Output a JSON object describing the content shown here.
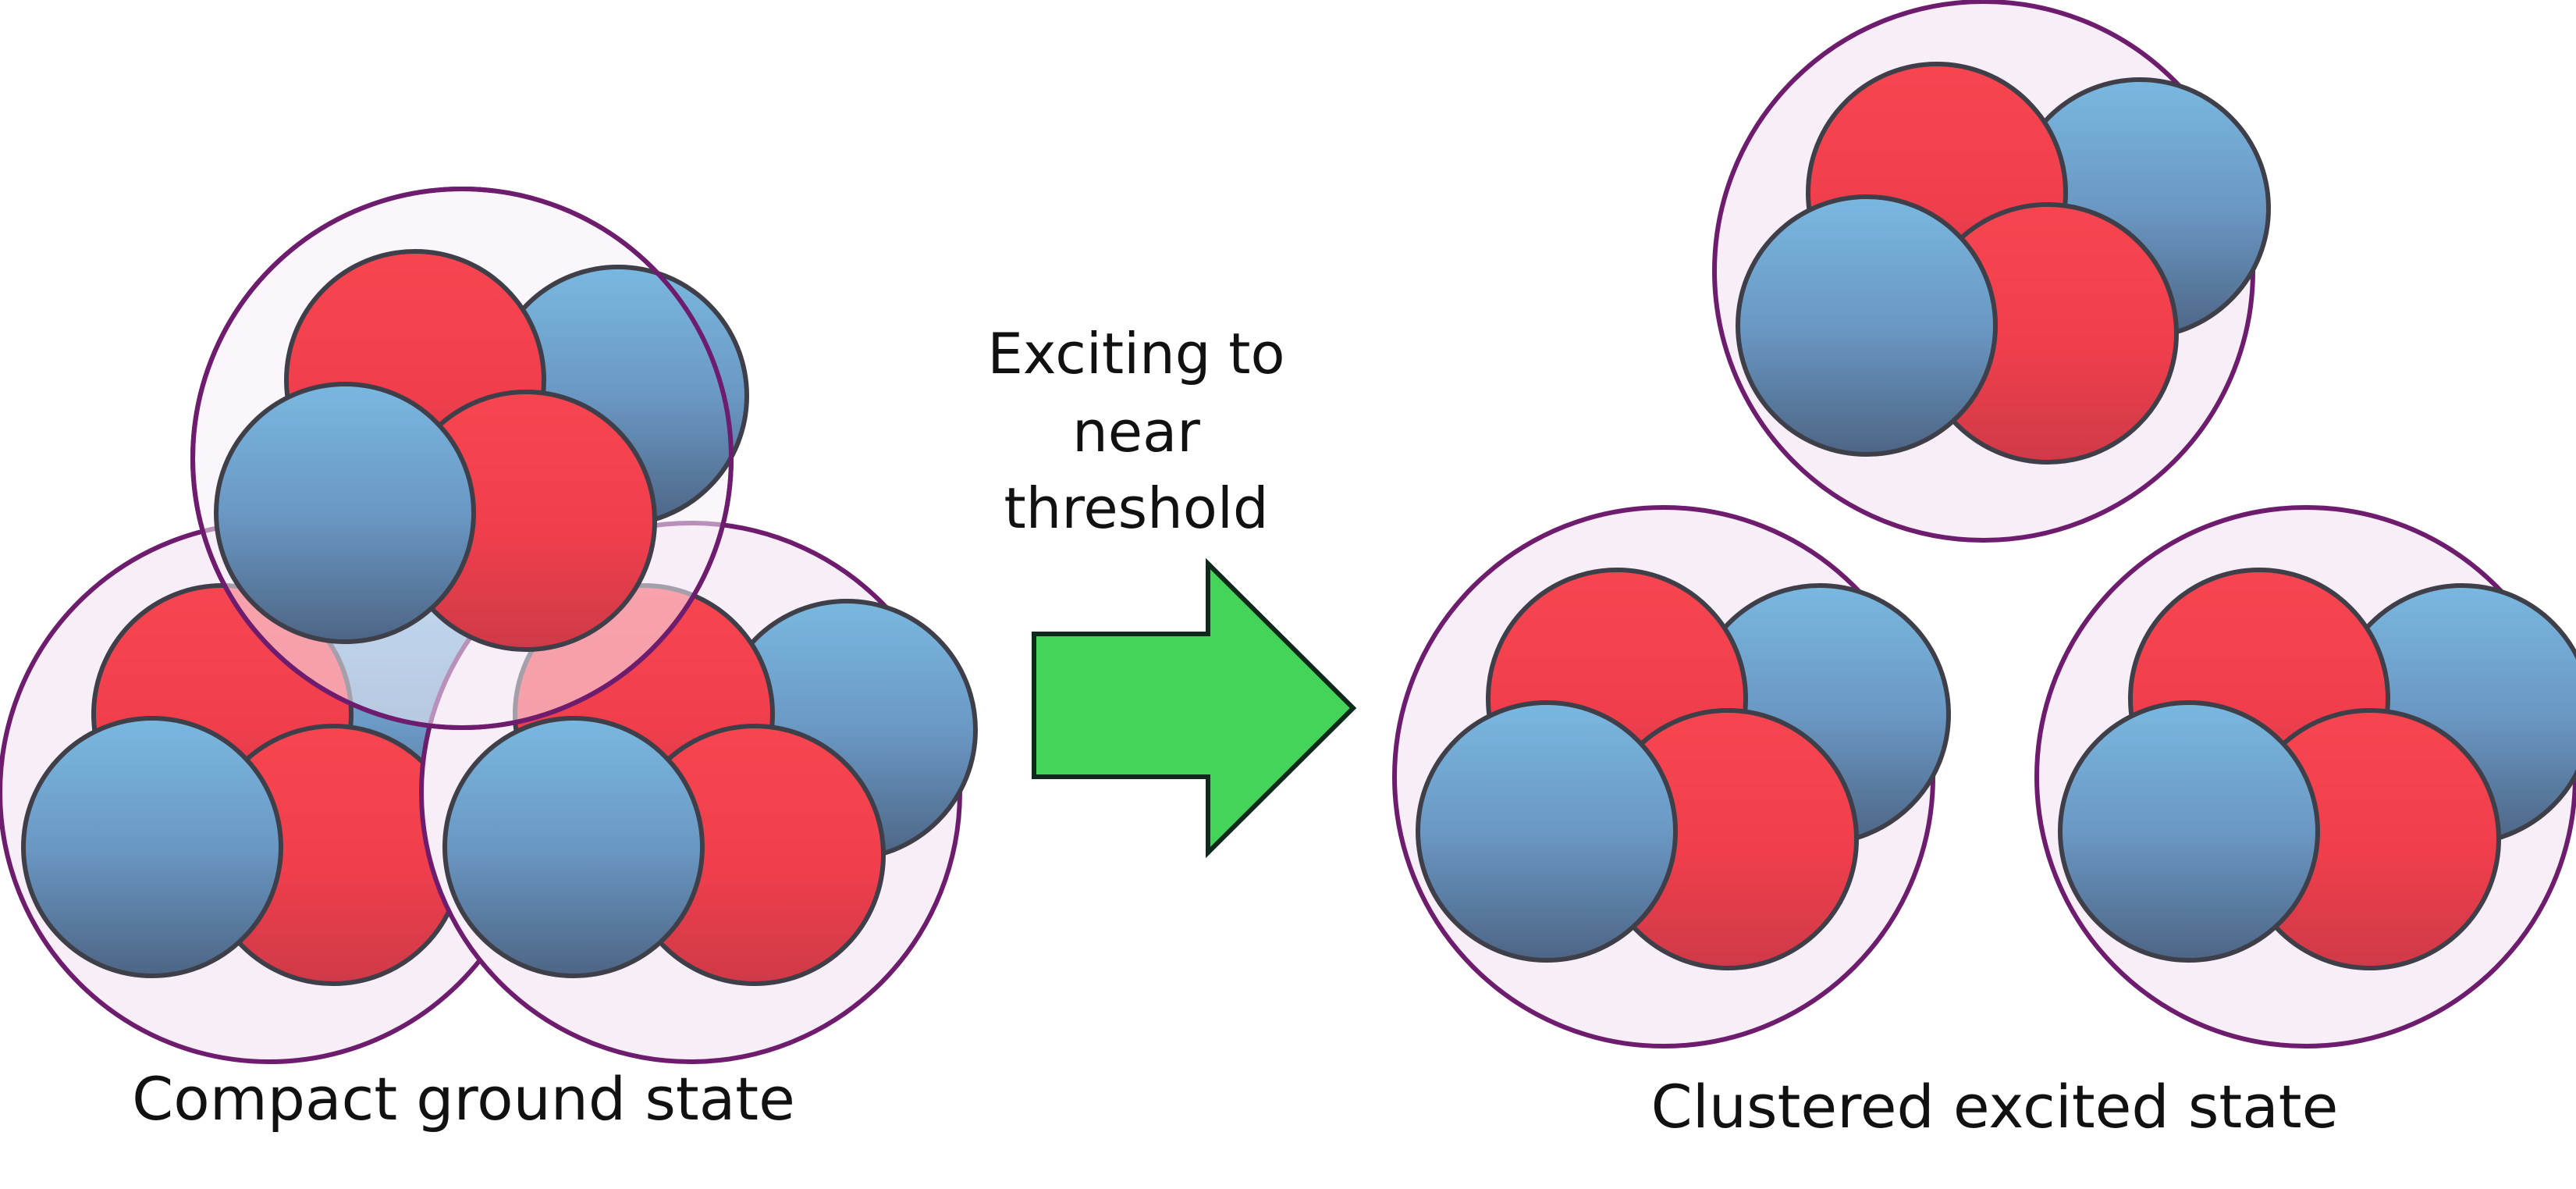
{
  "labels": {
    "transition_line1": "Exciting to",
    "transition_line2": "near",
    "transition_line3": "threshold",
    "ground_state": "Compact ground state",
    "excited_state": "Clustered excited state"
  },
  "colors": {
    "proton_top": "#f74550",
    "proton_bottom": "#cf3a48",
    "neutron_top": "#7ab8e0",
    "neutron_bottom": "#4d6585",
    "nucleon_stroke": "#3f3f4a",
    "cluster_fill": "#f7eef8",
    "cluster_stroke": "#6e1d6e",
    "arrow_fill": "#44d45a",
    "arrow_stroke": "#0f2a1c",
    "text": "#111111"
  },
  "diagram": {
    "ground_state_clusters": 3,
    "excited_state_clusters": 3,
    "nucleons_per_cluster": 4,
    "cluster_composition": [
      "proton",
      "neutron",
      "neutron",
      "proton"
    ]
  }
}
